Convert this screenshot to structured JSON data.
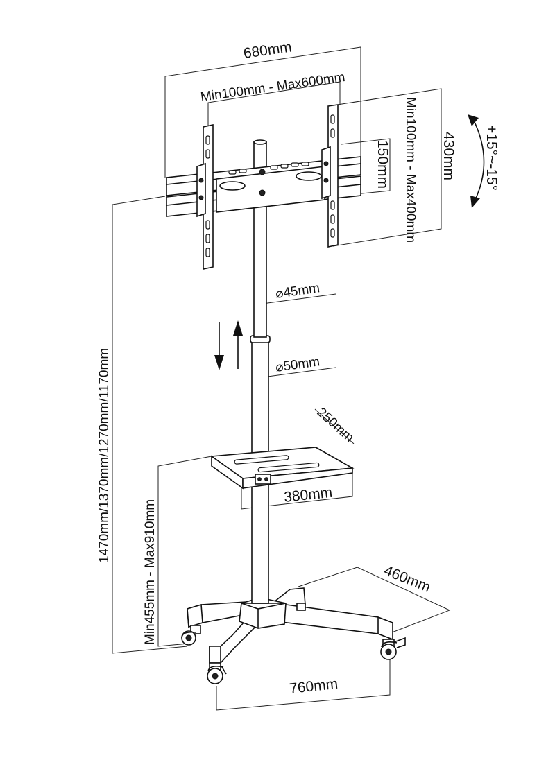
{
  "labels": {
    "width_overall": "680mm",
    "vesa_horizontal": "Min100mm - Max600mm",
    "vesa_vertical": "Min100mm - Max400mm",
    "bracket_height": "430mm",
    "rail_spacing": "150mm",
    "tilt": "+15°~-15°",
    "pole_upper": "⌀45mm",
    "pole_lower": "⌀50mm",
    "shelf_depth": "250mm",
    "shelf_width": "380mm",
    "shelf_height": "Min455mm - Max910mm",
    "total_height": "1470mm/1370mm/1270mm/1170mm",
    "base_depth": "460mm",
    "base_width": "760mm"
  },
  "colors": {
    "line": "#111111",
    "background": "#ffffff"
  }
}
